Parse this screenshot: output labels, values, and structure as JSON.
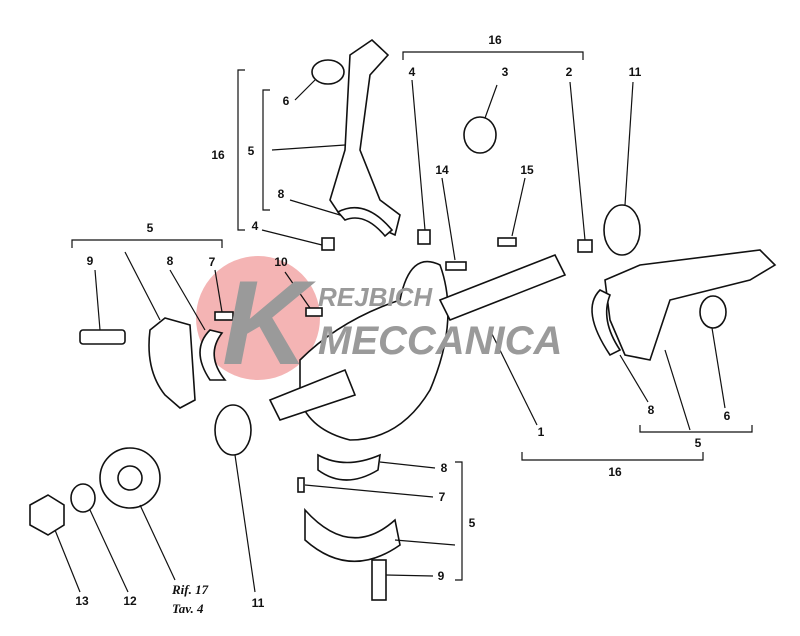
{
  "diagram": {
    "title_reference": {
      "rif": "Rif. 17",
      "tav": "Tav. 4"
    },
    "watermark": {
      "logo_letter": "K",
      "line1": "REJBICH",
      "line2": "MECCANICA"
    },
    "callouts": {
      "top_group": "16",
      "top_4": "4",
      "top_3": "3",
      "top_2": "2",
      "top_11": "11",
      "rod_6": "6",
      "rod_5": "5",
      "rod_16": "16",
      "rod_8": "8",
      "rod_4": "4",
      "pin_14": "14",
      "pin_15": "15",
      "left_5": "5",
      "left_9": "9",
      "left_8": "8",
      "left_7": "7",
      "left_10": "10",
      "crank_1": "1",
      "right_8": "8",
      "right_6": "6",
      "right_5": "5",
      "right_16": "16",
      "washer_11": "11",
      "bottom_8": "8",
      "bottom_7": "7",
      "bottom_5": "5",
      "bottom_9": "9",
      "nut_13": "13",
      "washer_12": "12"
    }
  }
}
